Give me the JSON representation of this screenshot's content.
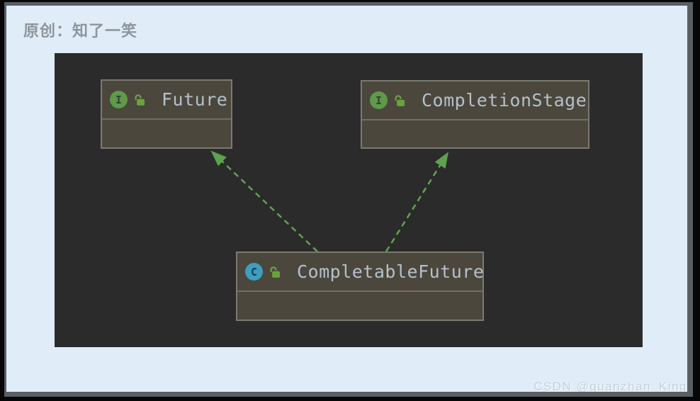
{
  "page": {
    "byline": "原创：知了一笑",
    "watermark": "CSDN @quanzhan_King"
  },
  "diagram": {
    "type": "uml-class-diagram",
    "nodes": [
      {
        "id": "future",
        "label": "Future",
        "kind": "interface",
        "badge": "I",
        "icons": [
          "interface-badge-icon",
          "unlocked-padlock-icon"
        ]
      },
      {
        "id": "completion_stage",
        "label": "CompletionStage",
        "kind": "interface",
        "badge": "I",
        "icons": [
          "interface-badge-icon",
          "unlocked-padlock-icon"
        ]
      },
      {
        "id": "completable_future",
        "label": "CompletableFuture",
        "kind": "class",
        "badge": "C",
        "icons": [
          "class-badge-icon",
          "unlocked-padlock-icon"
        ]
      }
    ],
    "edges": [
      {
        "from": "CompletableFuture",
        "to": "Future",
        "relation": "implements",
        "style": "dashed-green-arrow"
      },
      {
        "from": "CompletableFuture",
        "to": "CompletionStage",
        "relation": "implements",
        "style": "dashed-green-arrow"
      }
    ],
    "colors": {
      "page_background": "#e0edf9",
      "panel_background": "#2b2b2b",
      "node_fill": "#4b473d",
      "node_border": "#7c7970",
      "node_title_text": "#b5c0cb",
      "interface_badge": "#5e9a4a",
      "class_badge": "#3d9ec0",
      "padlock": "#6aa33c",
      "arrow": "#61a452",
      "byline_text": "#8f959b",
      "watermark_text": "#c7ced5"
    }
  }
}
